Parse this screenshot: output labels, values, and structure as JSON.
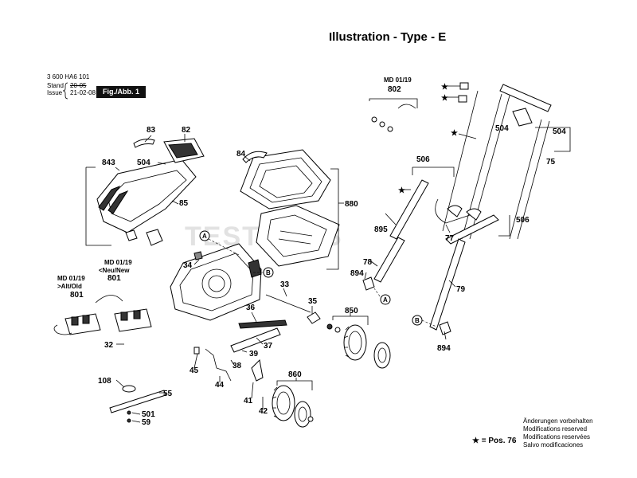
{
  "title": "Illustration - Type - E",
  "doc": {
    "number": "3 600 HA6 101",
    "stand_label": "Stand",
    "issue_label": "Issue",
    "date_struck": "20-05",
    "date": "21-02-08",
    "fig_label": "Fig./Abb. 1"
  },
  "watermark": "TESTOOLS",
  "annotations": {
    "md_0119_a": "MD 01/19",
    "md_0119_b": "MD 01/19",
    "md_0119_c": "MD 01/19",
    "neu_new": "<Neu/New",
    "alt_old": ">Alt/Old",
    "circle_a": "A",
    "circle_b": "B"
  },
  "parts": {
    "p82": "82",
    "p83": "83",
    "p84": "84",
    "p843": "843",
    "p504a": "504",
    "p85": "85",
    "p880": "880",
    "p34": "34",
    "p801a": "801",
    "p801b": "801",
    "p32": "32",
    "p33": "33",
    "p35": "35",
    "p36": "36",
    "p37": "37",
    "p38": "38",
    "p39": "39",
    "p44": "44",
    "p45": "45",
    "p108": "108",
    "p55": "55",
    "p501": "501",
    "p59": "59",
    "p41": "41",
    "p42": "42",
    "p860": "860",
    "p850": "850",
    "p802": "802",
    "p504b": "504",
    "p504c": "504",
    "p75": "75",
    "p506a": "506",
    "p506b": "506",
    "p895": "895",
    "p77": "77",
    "p78": "78",
    "p894a": "894",
    "p894b": "894",
    "p79": "79"
  },
  "notes": {
    "de": "Änderungen vorbehalten",
    "en": "Modifications reserved",
    "fr": "Modifications reservées",
    "es": "Salvo modificaciones"
  },
  "legend": {
    "pos": "★ = Pos. 76"
  }
}
